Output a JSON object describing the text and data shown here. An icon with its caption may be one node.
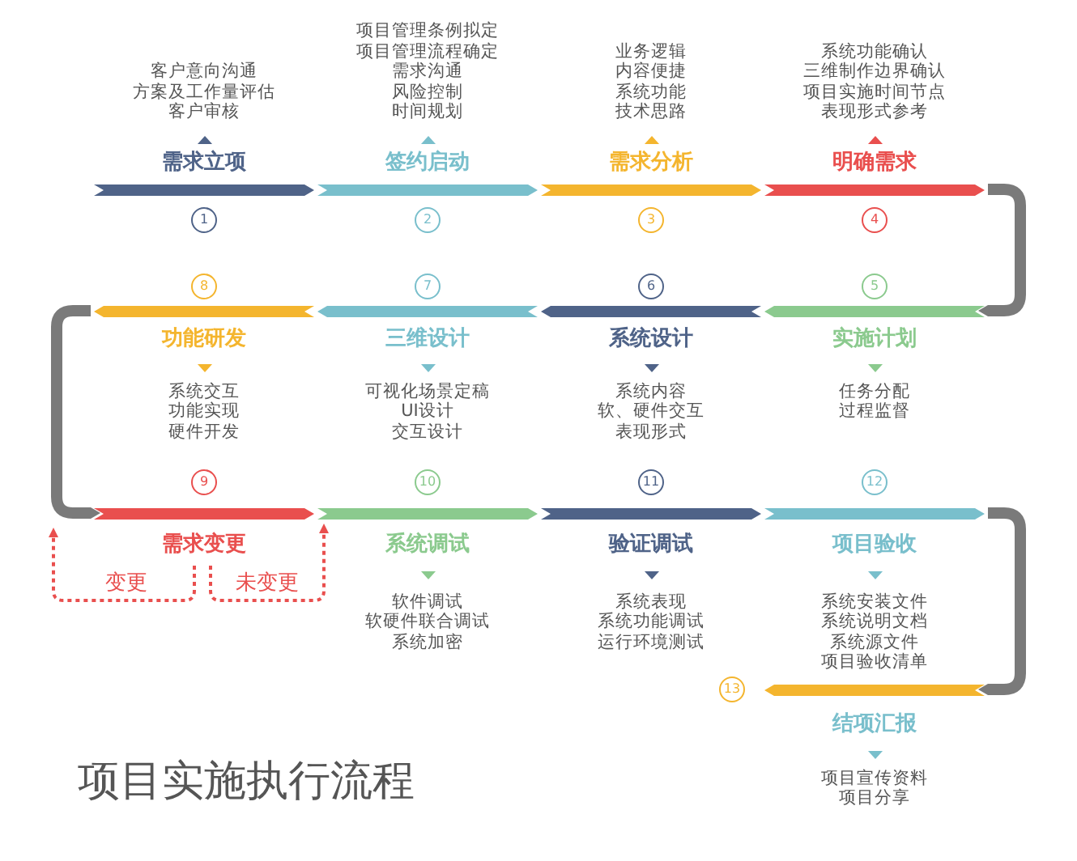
{
  "diagram": {
    "title": "项目实施执行流程",
    "nodes": [
      {
        "text": [
          "客户意向沟通",
          "方案及工作量评估",
          "客户审核",
          "需求立项"
        ],
        "beside": [
          "1"
        ]
      },
      {
        "text": [
          "项目管理条例拟定",
          "项目管理流程确定",
          "需求沟通",
          "风险控制",
          "时间规划",
          "签约启动"
        ],
        "beside": [
          "2"
        ]
      },
      {
        "text": [
          "业务逻辑",
          "内容便捷",
          "系统功能",
          "技术思路",
          "需求分析"
        ],
        "beside": [
          "3"
        ]
      },
      {
        "text": [
          "系统功能确认",
          "三维制作边界确认",
          "项目实施时间节点",
          "表现形式参考",
          "明确需求"
        ],
        "beside": [
          "4"
        ]
      },
      {
        "text": [
          "实施计划",
          "任务分配",
          "过程监督"
        ],
        "beside": [
          "5"
        ]
      },
      {
        "text": [
          "系统设计",
          "系统内容",
          "软、硬件交互",
          "表现形式"
        ],
        "beside": [
          "6"
        ]
      },
      {
        "text": [
          "三维设计",
          "可视化场景定稿",
          "UI设计",
          "交互设计"
        ],
        "beside": [
          "7"
        ]
      },
      {
        "text": [
          "功能研发",
          "系统交互",
          "功能实现",
          "硬件开发"
        ],
        "beside": [
          "8"
        ]
      },
      {
        "text": [
          "需求变更"
        ],
        "beside": [
          "9"
        ]
      },
      {
        "text": [
          "系统调试",
          "软件调试",
          "软硬件联合调试",
          "系统加密"
        ],
        "beside": [
          "10"
        ]
      },
      {
        "text": [
          "验证调试",
          "系统表现",
          "系统功能调试",
          "运行环境测试"
        ],
        "beside": [
          "11"
        ]
      },
      {
        "text": [
          "项目验收",
          "系统安装文件",
          "系统说明文档",
          "系统源文件",
          "项目验收清单"
        ],
        "beside": [
          "12"
        ]
      },
      {
        "text": [
          "结项汇报",
          "项目宣传资料",
          "项目分享"
        ],
        "beside": [
          "13"
        ]
      }
    ],
    "edges": [
      {
        "from": 3,
        "to": 4,
        "arrow": "to"
      },
      {
        "from": 7,
        "to": 8,
        "arrow": "to"
      },
      {
        "from": 11,
        "to": 12,
        "arrow": "to"
      },
      {
        "from": 8,
        "to": null,
        "arrow": "to",
        "label": "变更",
        "style": "dashed",
        "color": "#e94f4e"
      },
      {
        "from": 8,
        "to": 9,
        "arrow": "to",
        "label": "未变更",
        "style": "dashed",
        "color": "#e94f4e"
      }
    ]
  }
}
